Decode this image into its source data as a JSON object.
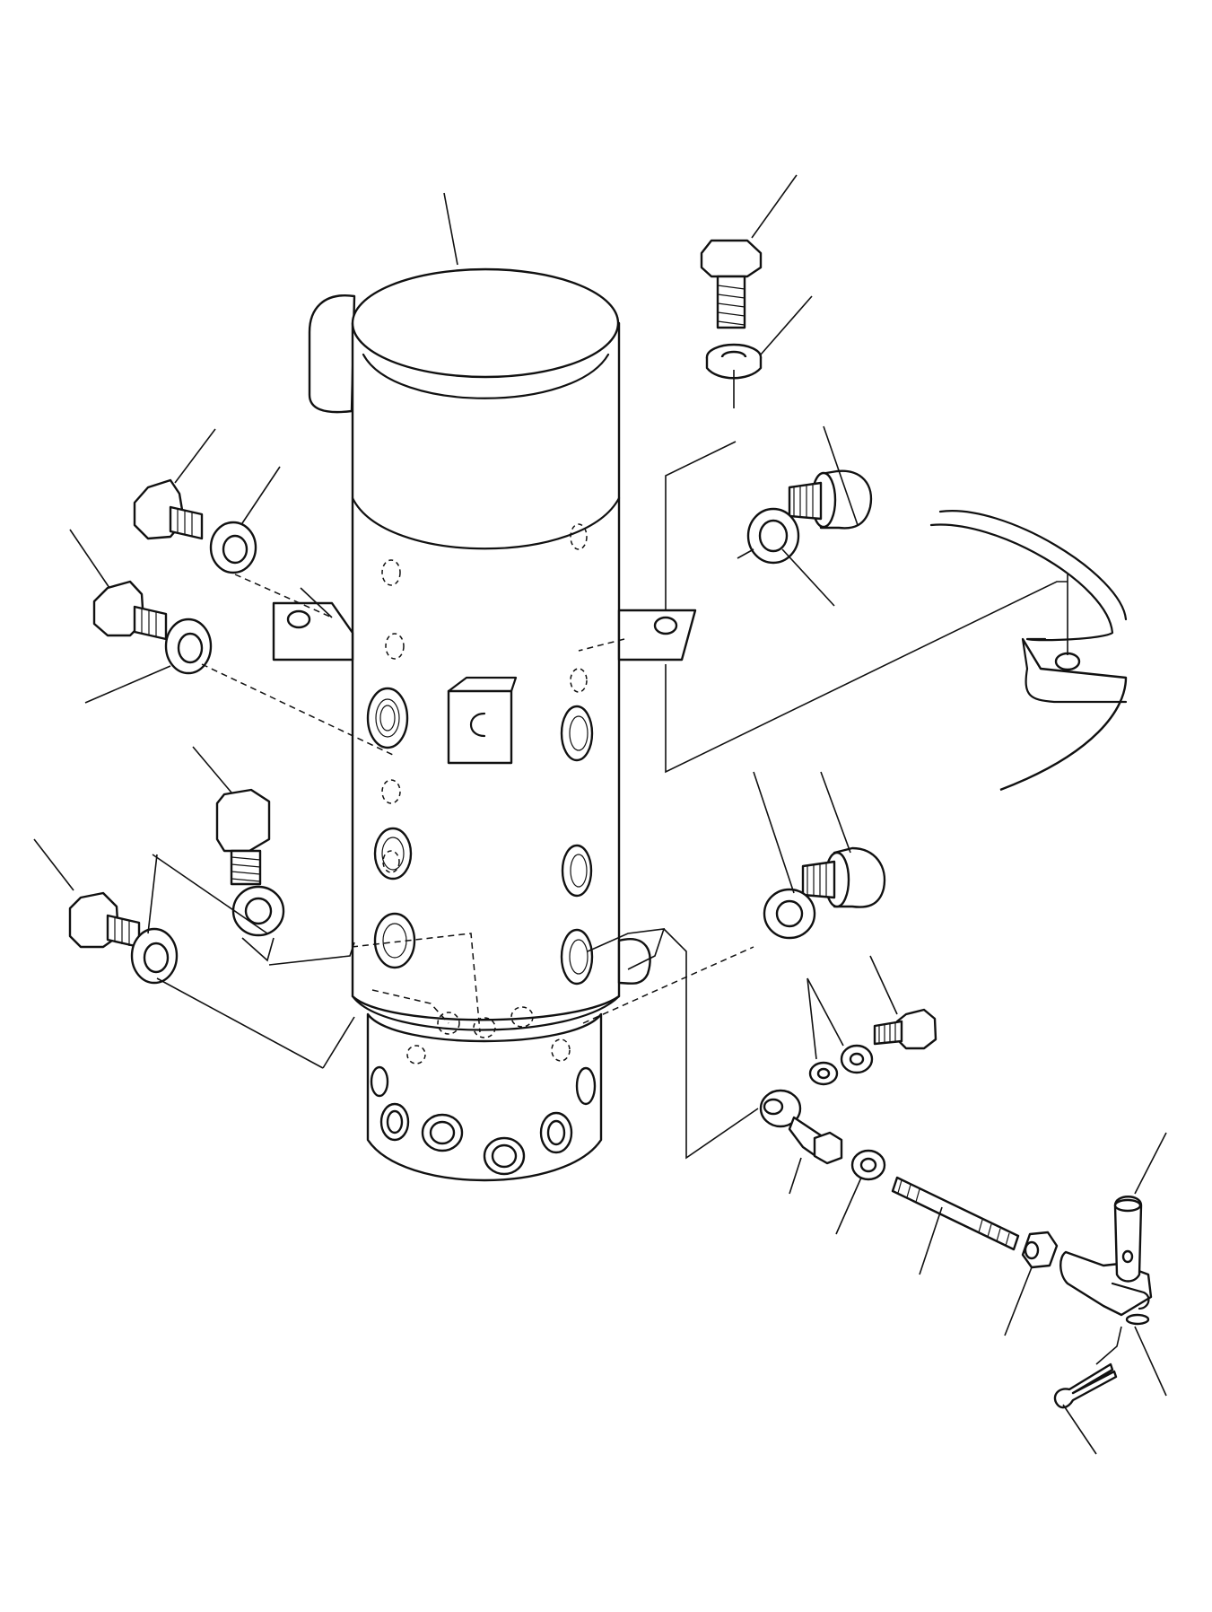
{
  "diagram": {
    "kind": "exploded-parts-drawing",
    "text_labels": [],
    "assemblies": [
      "swivel-joint-body",
      "upper-mounting-bolt-with-washer",
      "right-plug-with-seal",
      "left-plugs-with-seals",
      "lower-left-plugs-with-seals",
      "lower-right-plug-with-seal",
      "small-bolt-with-washers",
      "linkage-rod-assembly",
      "clevis-pin-and-cotter-pin",
      "mounting-bracket-outline"
    ],
    "colors": {
      "ink": "#111111",
      "paper": "#ffffff"
    }
  }
}
